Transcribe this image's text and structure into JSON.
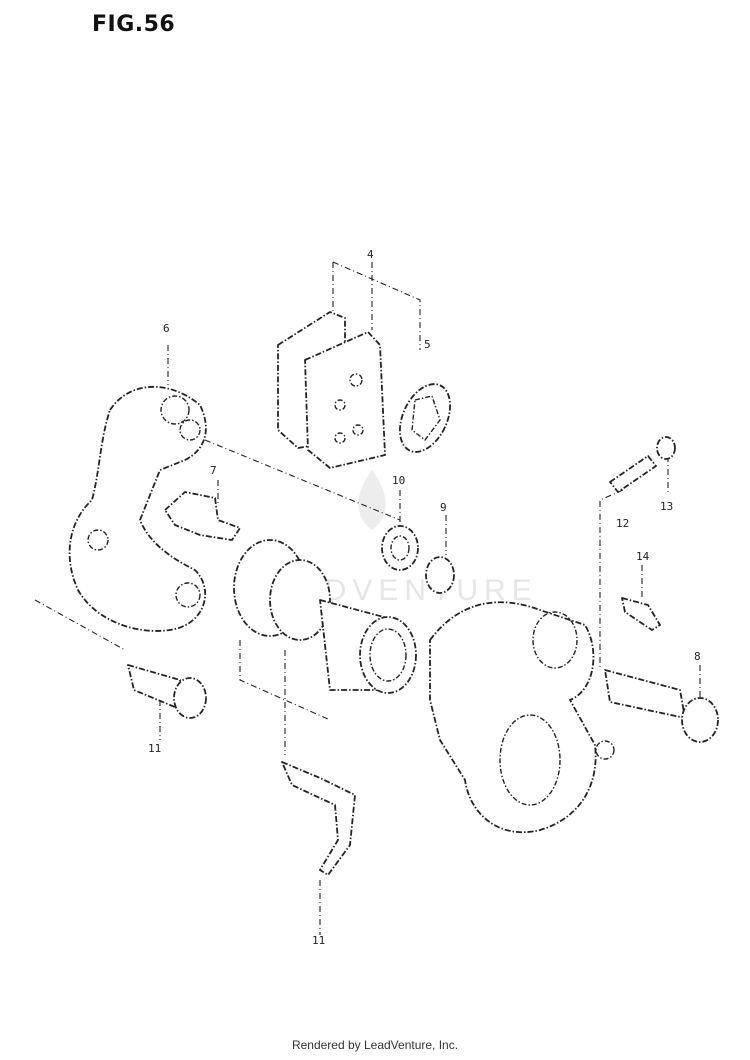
{
  "figure": {
    "title": "FIG.56"
  },
  "watermark": {
    "text": "LEADVENTURE"
  },
  "callouts": [
    {
      "id": "4",
      "label": "4"
    },
    {
      "id": "5",
      "label": "5"
    },
    {
      "id": "6",
      "label": "6"
    },
    {
      "id": "7",
      "label": "7"
    },
    {
      "id": "8",
      "label": "8"
    },
    {
      "id": "9",
      "label": "9"
    },
    {
      "id": "10",
      "label": "10"
    },
    {
      "id": "11a",
      "label": "11"
    },
    {
      "id": "11b",
      "label": "11"
    },
    {
      "id": "12",
      "label": "12"
    },
    {
      "id": "13",
      "label": "13"
    },
    {
      "id": "14",
      "label": "14"
    }
  ],
  "footer": {
    "text": "Rendered by LeadVenture, Inc."
  }
}
